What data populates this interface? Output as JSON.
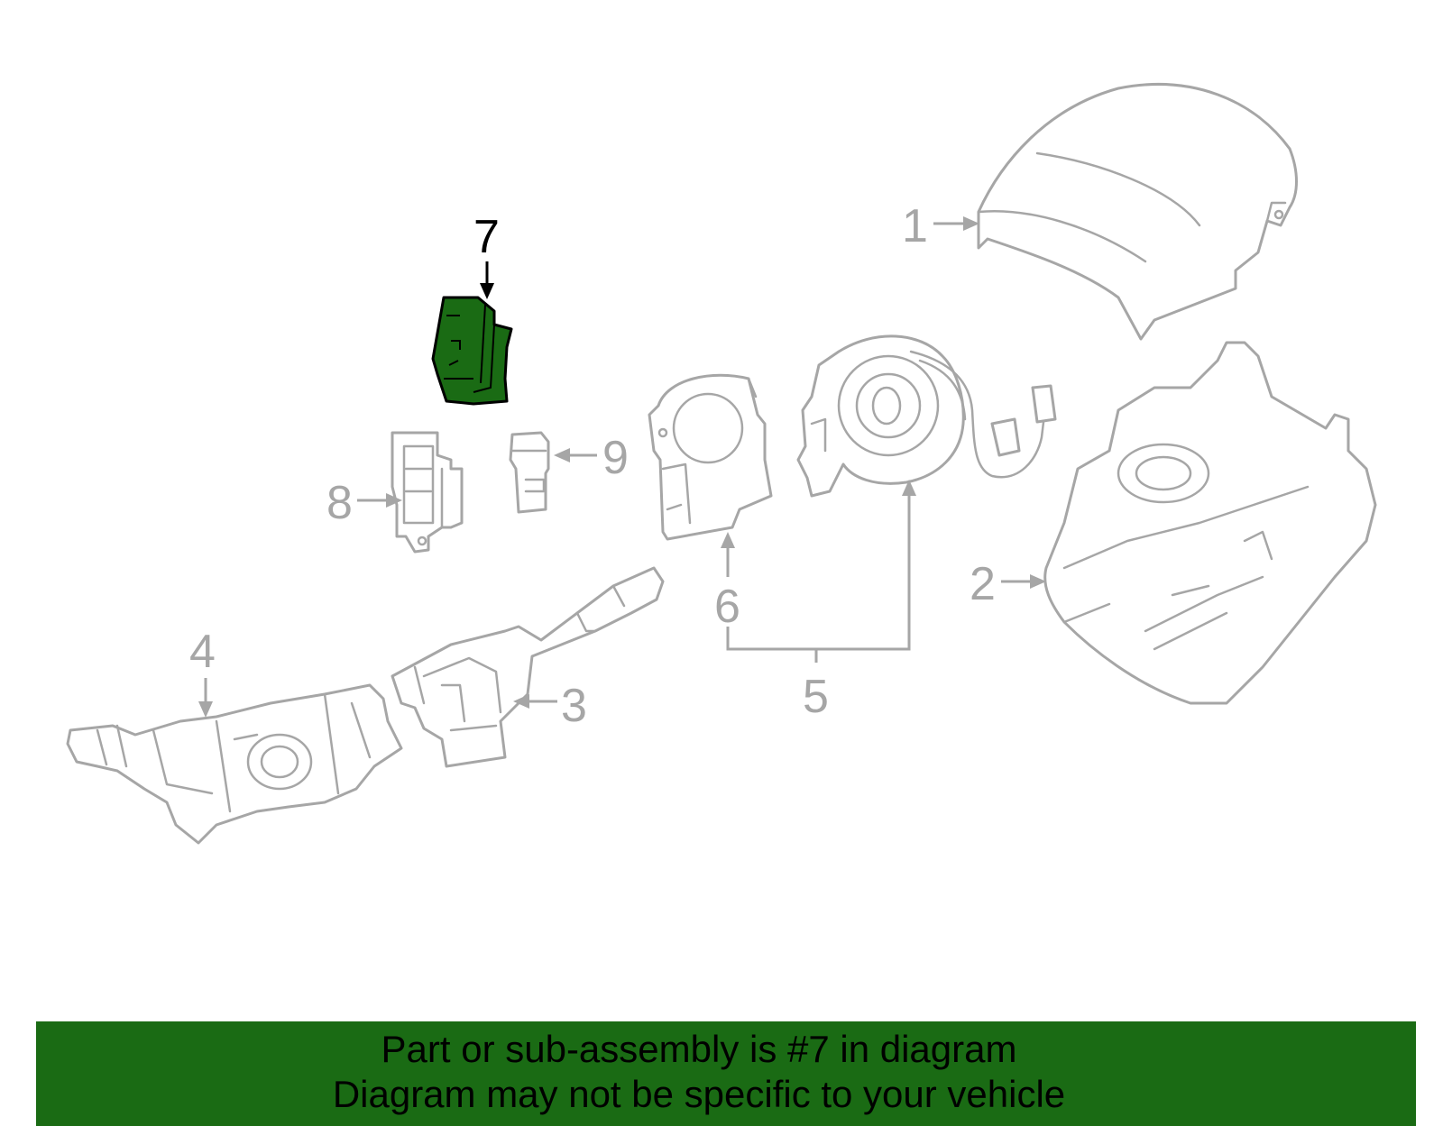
{
  "callouts": {
    "c1": "1",
    "c2": "2",
    "c3": "3",
    "c4": "4",
    "c5": "5",
    "c6": "6",
    "c7": "7",
    "c8": "8",
    "c9": "9"
  },
  "highlighted_part": "7",
  "colors": {
    "highlight": "#1a6b14",
    "line": "#a6a6a6",
    "banner": "#1a6b14"
  },
  "banner": {
    "line1": "Part or sub-assembly is #7 in diagram",
    "line2": "Diagram may not be specific to your vehicle"
  }
}
